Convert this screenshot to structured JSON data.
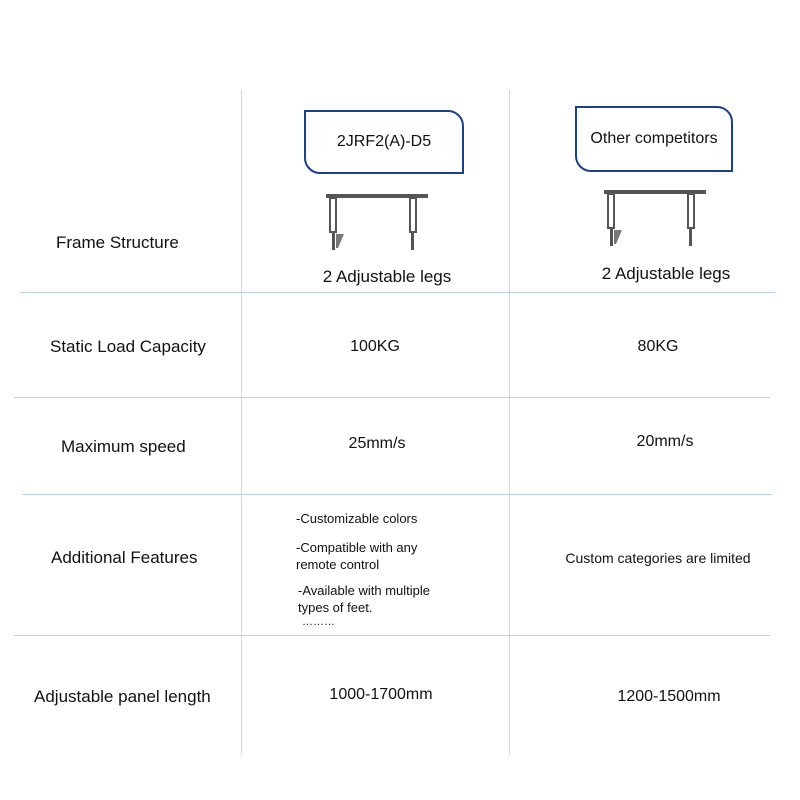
{
  "rows": {
    "frame": {
      "label": "Frame Structure",
      "a": "2  Adjustable legs",
      "b": "2 Adjustable legs"
    },
    "load": {
      "label": "Static Load Capacity",
      "a": "100KG",
      "b": "80KG"
    },
    "speed": {
      "label": "Maximum speed",
      "a": "25mm/s",
      "b": "20mm/s"
    },
    "features": {
      "label": "Additional Features",
      "a_lines": [
        "-Customizable colors",
        "-Compatible with any",
        "remote control",
        "-Available with multiple",
        "types of feet.",
        "………"
      ],
      "b": "Custom categories are limited"
    },
    "length": {
      "label": "Adjustable panel length",
      "a": "1000-1700mm",
      "b": "1200-1500mm"
    }
  },
  "header": {
    "product": "2JRF2(A)-D5",
    "competitor": "Other competitors"
  },
  "colors": {
    "border": "#1d3f8f",
    "gridline": "#bfd0e4",
    "frame": "#555555"
  },
  "icons": {
    "table_frame": "desk-frame-icon"
  }
}
